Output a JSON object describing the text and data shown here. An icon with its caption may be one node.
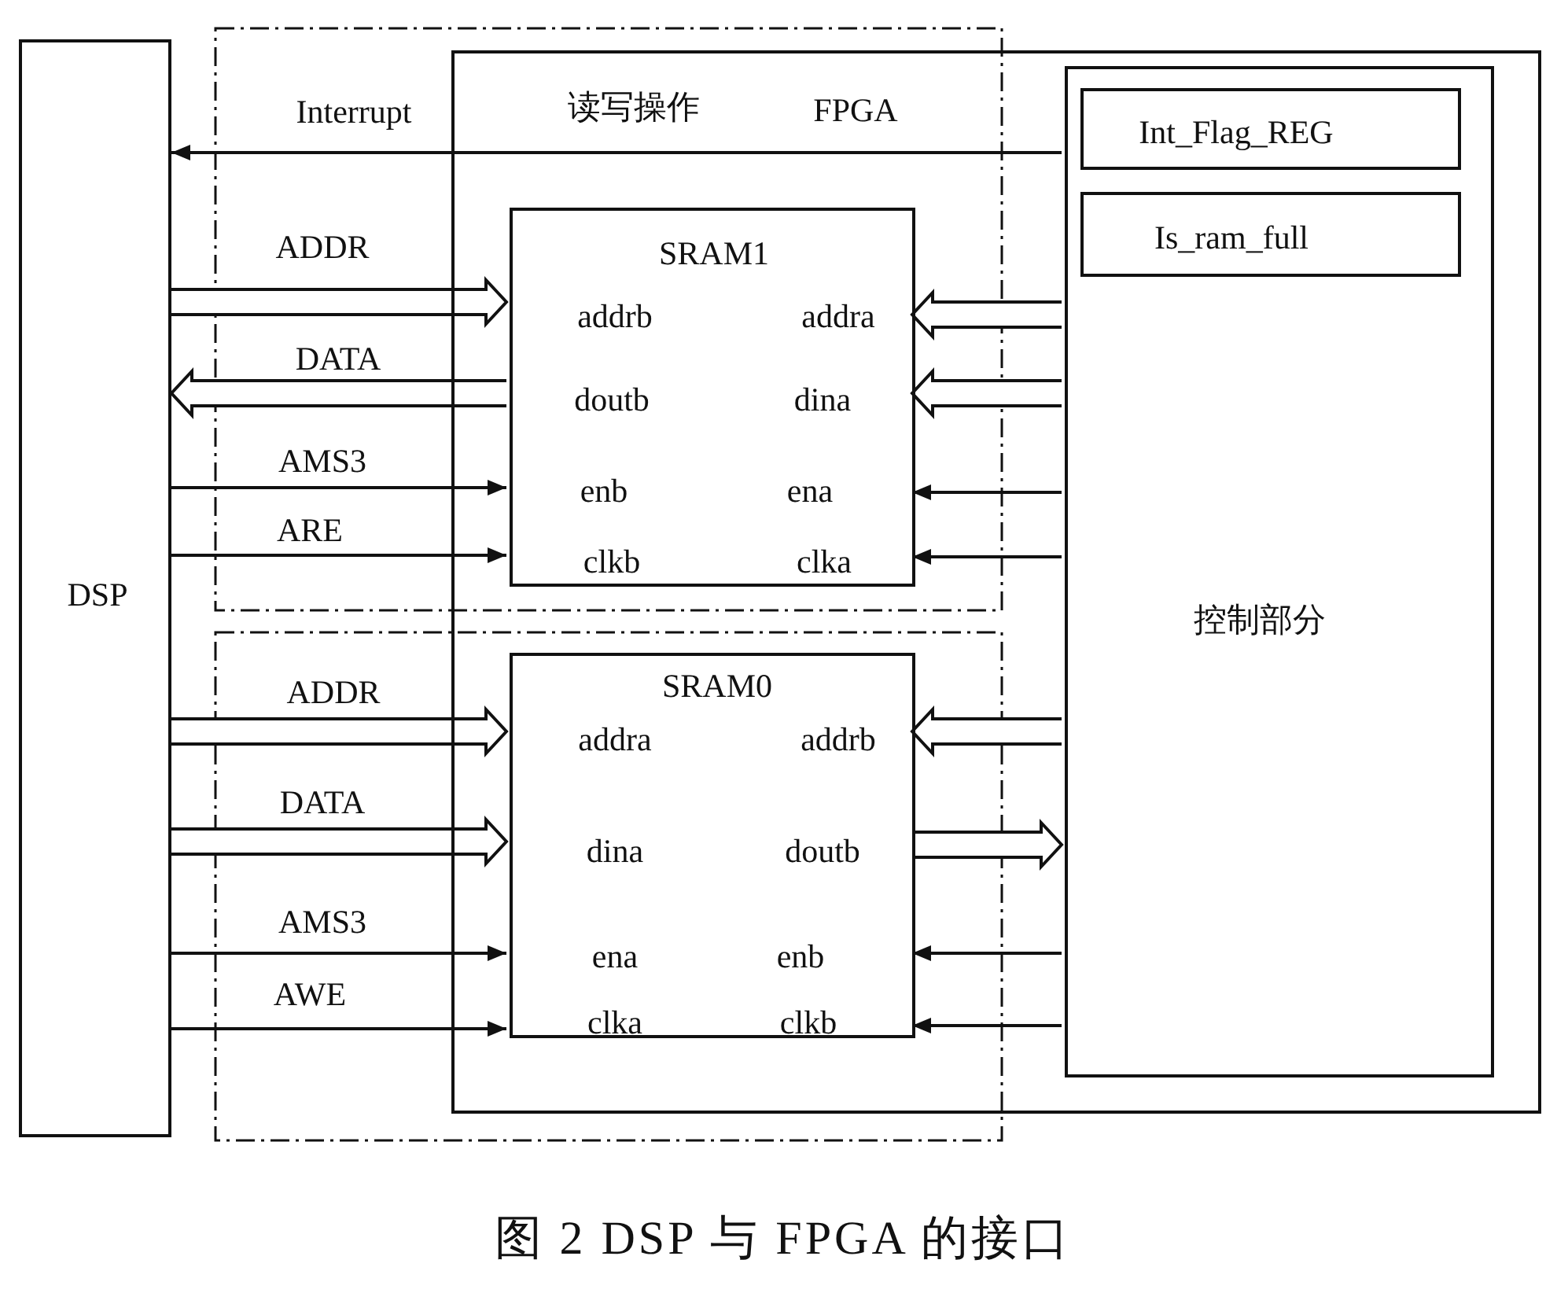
{
  "diagram": {
    "caption": "图 2 DSP 与 FPGA 的接口",
    "nodes": [
      {
        "text": [
          "DSP"
        ]
      },
      {
        "text": [
          "FPGA"
        ]
      },
      {
        "text": [
          "控制部分"
        ],
        "in": 1
      },
      {
        "text": [
          "Int_Flag_REG"
        ],
        "in": 2
      },
      {
        "text": [
          "Is_ram_full"
        ],
        "in": 2
      },
      {
        "text": [
          "SRAM1",
          "addrb",
          "addra",
          "doutb",
          "dina",
          "enb",
          "ena",
          "clkb",
          "clka"
        ],
        "in": 1
      },
      {
        "text": [
          "SRAM0",
          "addra",
          "addrb",
          "dina",
          "doutb",
          "ena",
          "enb",
          "clka",
          "clkb"
        ],
        "in": 1
      }
    ],
    "edges": [
      {
        "from": 2,
        "to": 0,
        "arrow": "to",
        "label": "Interrupt"
      },
      {
        "from": 0,
        "to": 5,
        "arrow": "to",
        "label": "ADDR",
        "style": "thick"
      },
      {
        "from": 5,
        "to": 0,
        "arrow": "to",
        "label": "DATA",
        "style": "thick"
      },
      {
        "from": 0,
        "to": 5,
        "arrow": "to",
        "label": "AMS3"
      },
      {
        "from": 0,
        "to": 5,
        "arrow": "to",
        "label": "ARE"
      },
      {
        "from": 2,
        "to": 5,
        "arrow": "to",
        "style": "thick"
      },
      {
        "from": 2,
        "to": 5,
        "arrow": "to",
        "style": "thick"
      },
      {
        "from": 2,
        "to": 5,
        "arrow": "to"
      },
      {
        "from": 2,
        "to": 5,
        "arrow": "to"
      },
      {
        "from": 0,
        "to": 6,
        "arrow": "to",
        "label": "ADDR",
        "style": "thick"
      },
      {
        "from": 0,
        "to": 6,
        "arrow": "to",
        "label": "DATA",
        "style": "thick"
      },
      {
        "from": 0,
        "to": 6,
        "arrow": "to",
        "label": "AMS3"
      },
      {
        "from": 0,
        "to": 6,
        "arrow": "to",
        "label": "AWE"
      },
      {
        "from": 2,
        "to": 6,
        "arrow": "to",
        "style": "thick"
      },
      {
        "from": 6,
        "to": 2,
        "arrow": "to",
        "style": "thick"
      },
      {
        "from": 2,
        "to": 6,
        "arrow": "to"
      },
      {
        "from": 2,
        "to": 6,
        "arrow": "to"
      }
    ],
    "labels": [
      "读写操作"
    ]
  }
}
